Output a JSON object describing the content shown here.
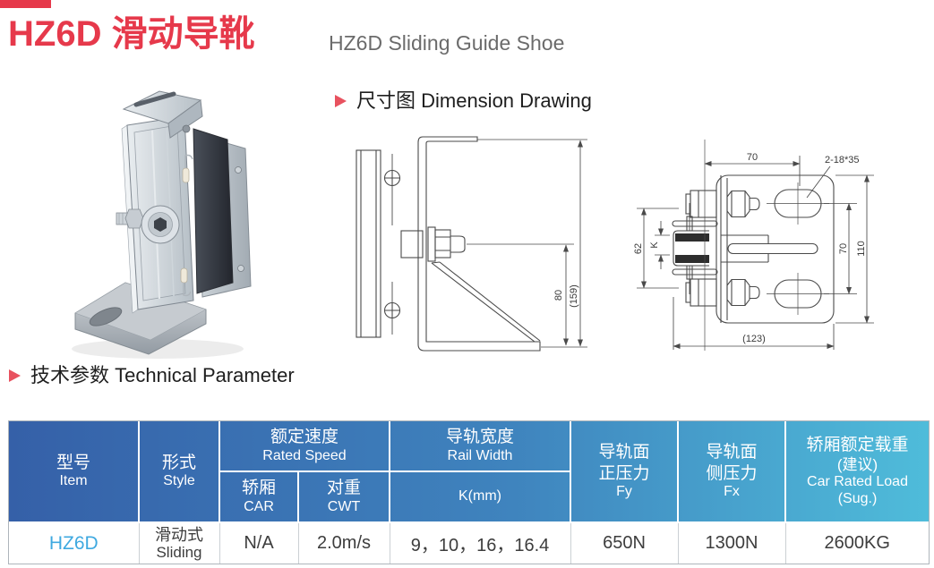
{
  "page": {
    "title_zh": "HZ6D 滑动导靴",
    "title_en": "HZ6D Sliding Guide Shoe"
  },
  "sections": {
    "dimension_label": "尺寸图 Dimension Drawing",
    "technical_label": "技术参数 Technical Parameter"
  },
  "drawings": {
    "side_view": {
      "dim_80": "80",
      "dim_159": "(159)"
    },
    "top_view": {
      "dim_70_top": "70",
      "dim_slots": "2-18*35",
      "dim_62": "62",
      "dim_k": "K",
      "dim_70_right": "70",
      "dim_110": "110",
      "dim_123": "(123)"
    }
  },
  "table": {
    "header": {
      "item_zh": "型号",
      "item_en": "Item",
      "style_zh": "形式",
      "style_en": "Style",
      "rated_speed_zh": "额定速度",
      "rated_speed_en": "Rated Speed",
      "car_zh": "轿厢",
      "car_en": "CAR",
      "cwt_zh": "对重",
      "cwt_en": "CWT",
      "rail_width_zh": "导轨宽度",
      "rail_width_en": "Rail Width",
      "k_mm": "K(mm)",
      "fy_zh1": "导轨面",
      "fy_zh2": "正压力",
      "fy_en": "Fy",
      "fx_zh1": "导轨面",
      "fx_zh2": "侧压力",
      "fx_en": "Fx",
      "load_zh1": "轿厢额定载重",
      "load_zh2": "(建议)",
      "load_en1": "Car Rated Load",
      "load_en2": "(Sug.)"
    },
    "row": {
      "item": "HZ6D",
      "style_zh": "滑动式",
      "style_en": "Sliding",
      "car_speed": "N/A",
      "cwt_speed": "2.0m/s",
      "k_values": "9，10，16，16.4",
      "fy": "650N",
      "fx": "1300N",
      "load": "2600KG"
    }
  },
  "colors": {
    "accent_red": "#E6394B",
    "table_header_gradient_left": "#3560A8",
    "table_header_gradient_right": "#4FBCDA",
    "item_text": "#3FA9E0"
  }
}
